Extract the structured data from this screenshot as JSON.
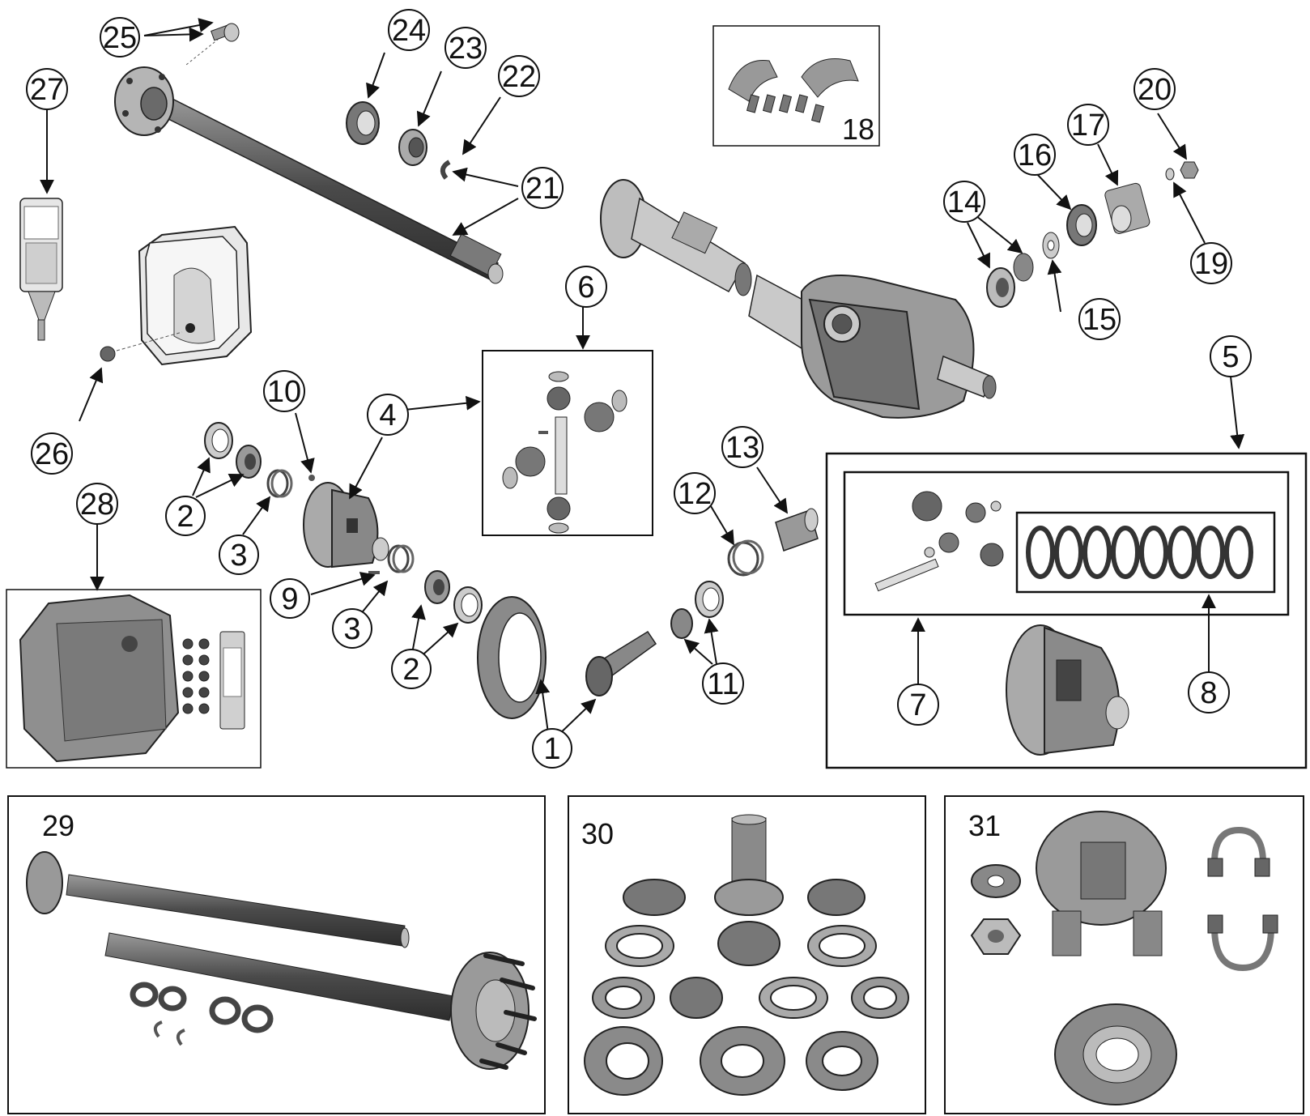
{
  "callouts": {
    "n1": "1",
    "n2": "2",
    "n3": "3",
    "n4": "4",
    "n5": "5",
    "n6": "6",
    "n7": "7",
    "n8": "8",
    "n9": "9",
    "n10": "10",
    "n11": "11",
    "n12": "12",
    "n13": "13",
    "n14": "14",
    "n15": "15",
    "n16": "16",
    "n17": "17",
    "n18": "18",
    "n19": "19",
    "n20": "20",
    "n21": "21",
    "n22": "22",
    "n23": "23",
    "n24": "24",
    "n25": "25",
    "n26": "26",
    "n27": "27",
    "n28": "28",
    "n29": "29",
    "n30": "30",
    "n31": "31"
  },
  "colors": {
    "line": "#111111",
    "part_dark": "#555555",
    "part_mid": "#8a8a8a",
    "part_light": "#c8c8c8",
    "part_shade": "#a9a9a9"
  }
}
